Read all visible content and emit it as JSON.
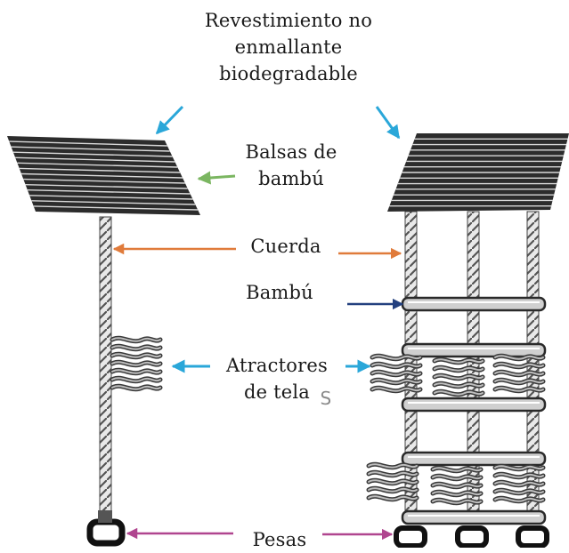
{
  "labels": {
    "revestimiento": [
      "Revestimiento no",
      "enmallante",
      "biodegradable"
    ],
    "balsas": [
      "Balsas de",
      "bambú"
    ],
    "cuerda": "Cuerda",
    "bambu": "Bambú",
    "atractores": [
      "Atractores",
      "de tela"
    ],
    "pesas": "Pesas",
    "stray_text": "S"
  },
  "colors": {
    "blue_arrow": "#2aa7d9",
    "green_arrow": "#7bb661",
    "orange_arrow": "#e07b3b",
    "navy_arrow": "#23407f",
    "magenta_arrow": "#b0458f"
  }
}
